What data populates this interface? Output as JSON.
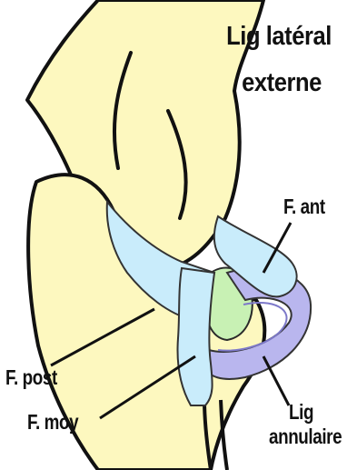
{
  "title": {
    "line1": "Lig latéral",
    "line2": "externe"
  },
  "labels": {
    "f_ant": "F. ant",
    "f_post": "F. post",
    "f_moy": "F. moy",
    "lig": "Lig",
    "annulaire": "annulaire"
  },
  "colors": {
    "bone": "#fdf8bf",
    "ligament": "#c9ecfb",
    "annular": "#b9b6ee",
    "annular_dark": "#a3a0e0",
    "cartilage": "#c8f1b4",
    "outline": "#111111"
  }
}
